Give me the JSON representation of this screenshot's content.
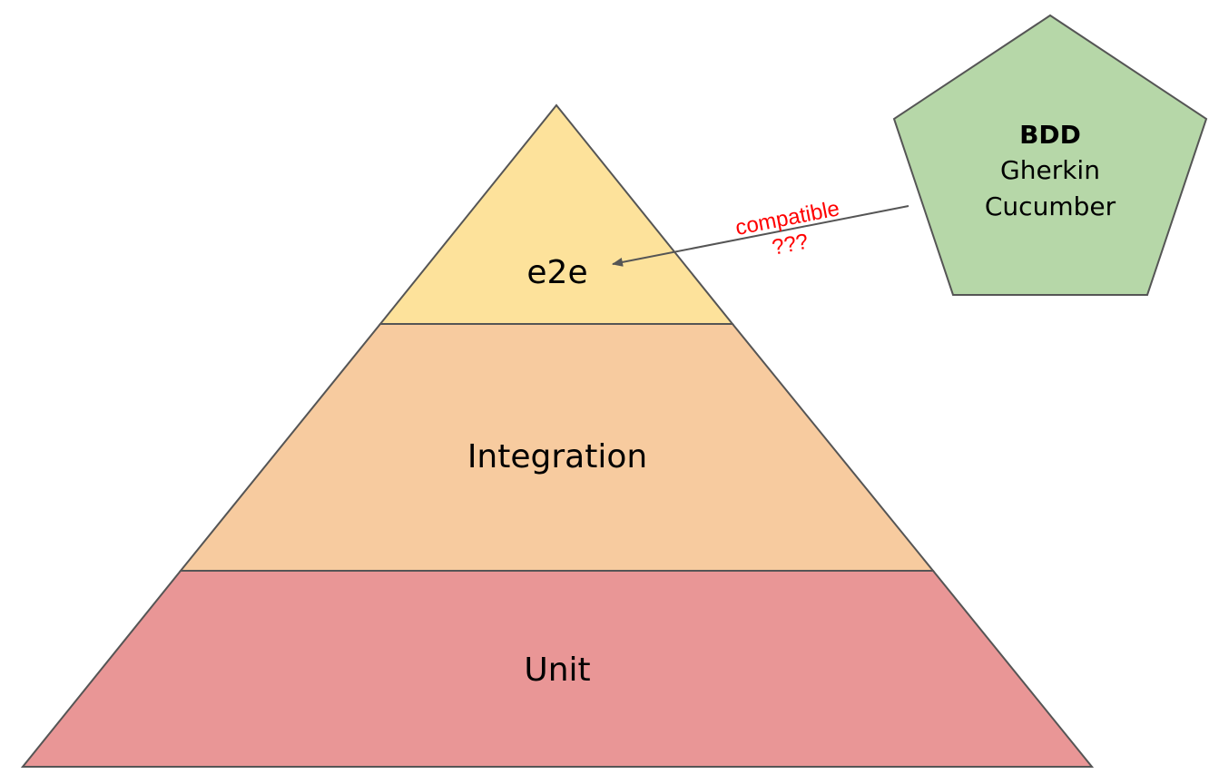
{
  "pyramid": {
    "top_label": "e2e",
    "middle_label": "Integration",
    "bottom_label": "Unit",
    "colors": {
      "top": "#fde29b",
      "middle": "#f7cb9f",
      "bottom": "#e99696",
      "stroke": "#555555"
    }
  },
  "bdd": {
    "title": "BDD",
    "line1": "Gherkin",
    "line2": "Cucumber",
    "fill": "#b6d7a8"
  },
  "annotation": {
    "line1": "compatible",
    "line2": "???",
    "color": "#ff0000"
  }
}
